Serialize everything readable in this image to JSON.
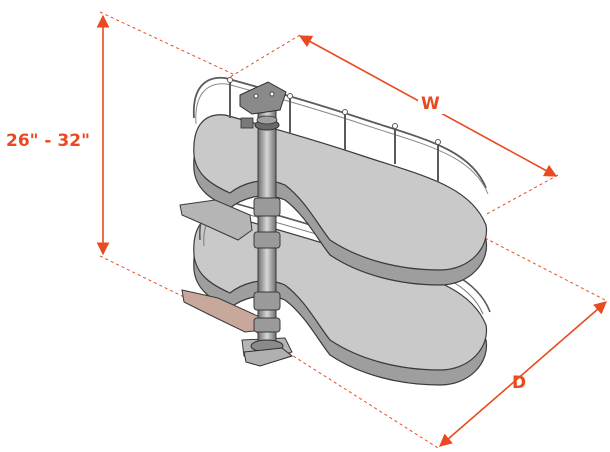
{
  "dimensions": {
    "height_label": "26\" - 32\"",
    "width_label": "W",
    "depth_label": "D"
  },
  "colors": {
    "dimension": "#ea4a1f",
    "shelf_fill": "#c9c9c9",
    "shelf_stroke": "#3a3a3a",
    "rim": "#5a5a5a",
    "hardware": "#9a9a9a"
  }
}
